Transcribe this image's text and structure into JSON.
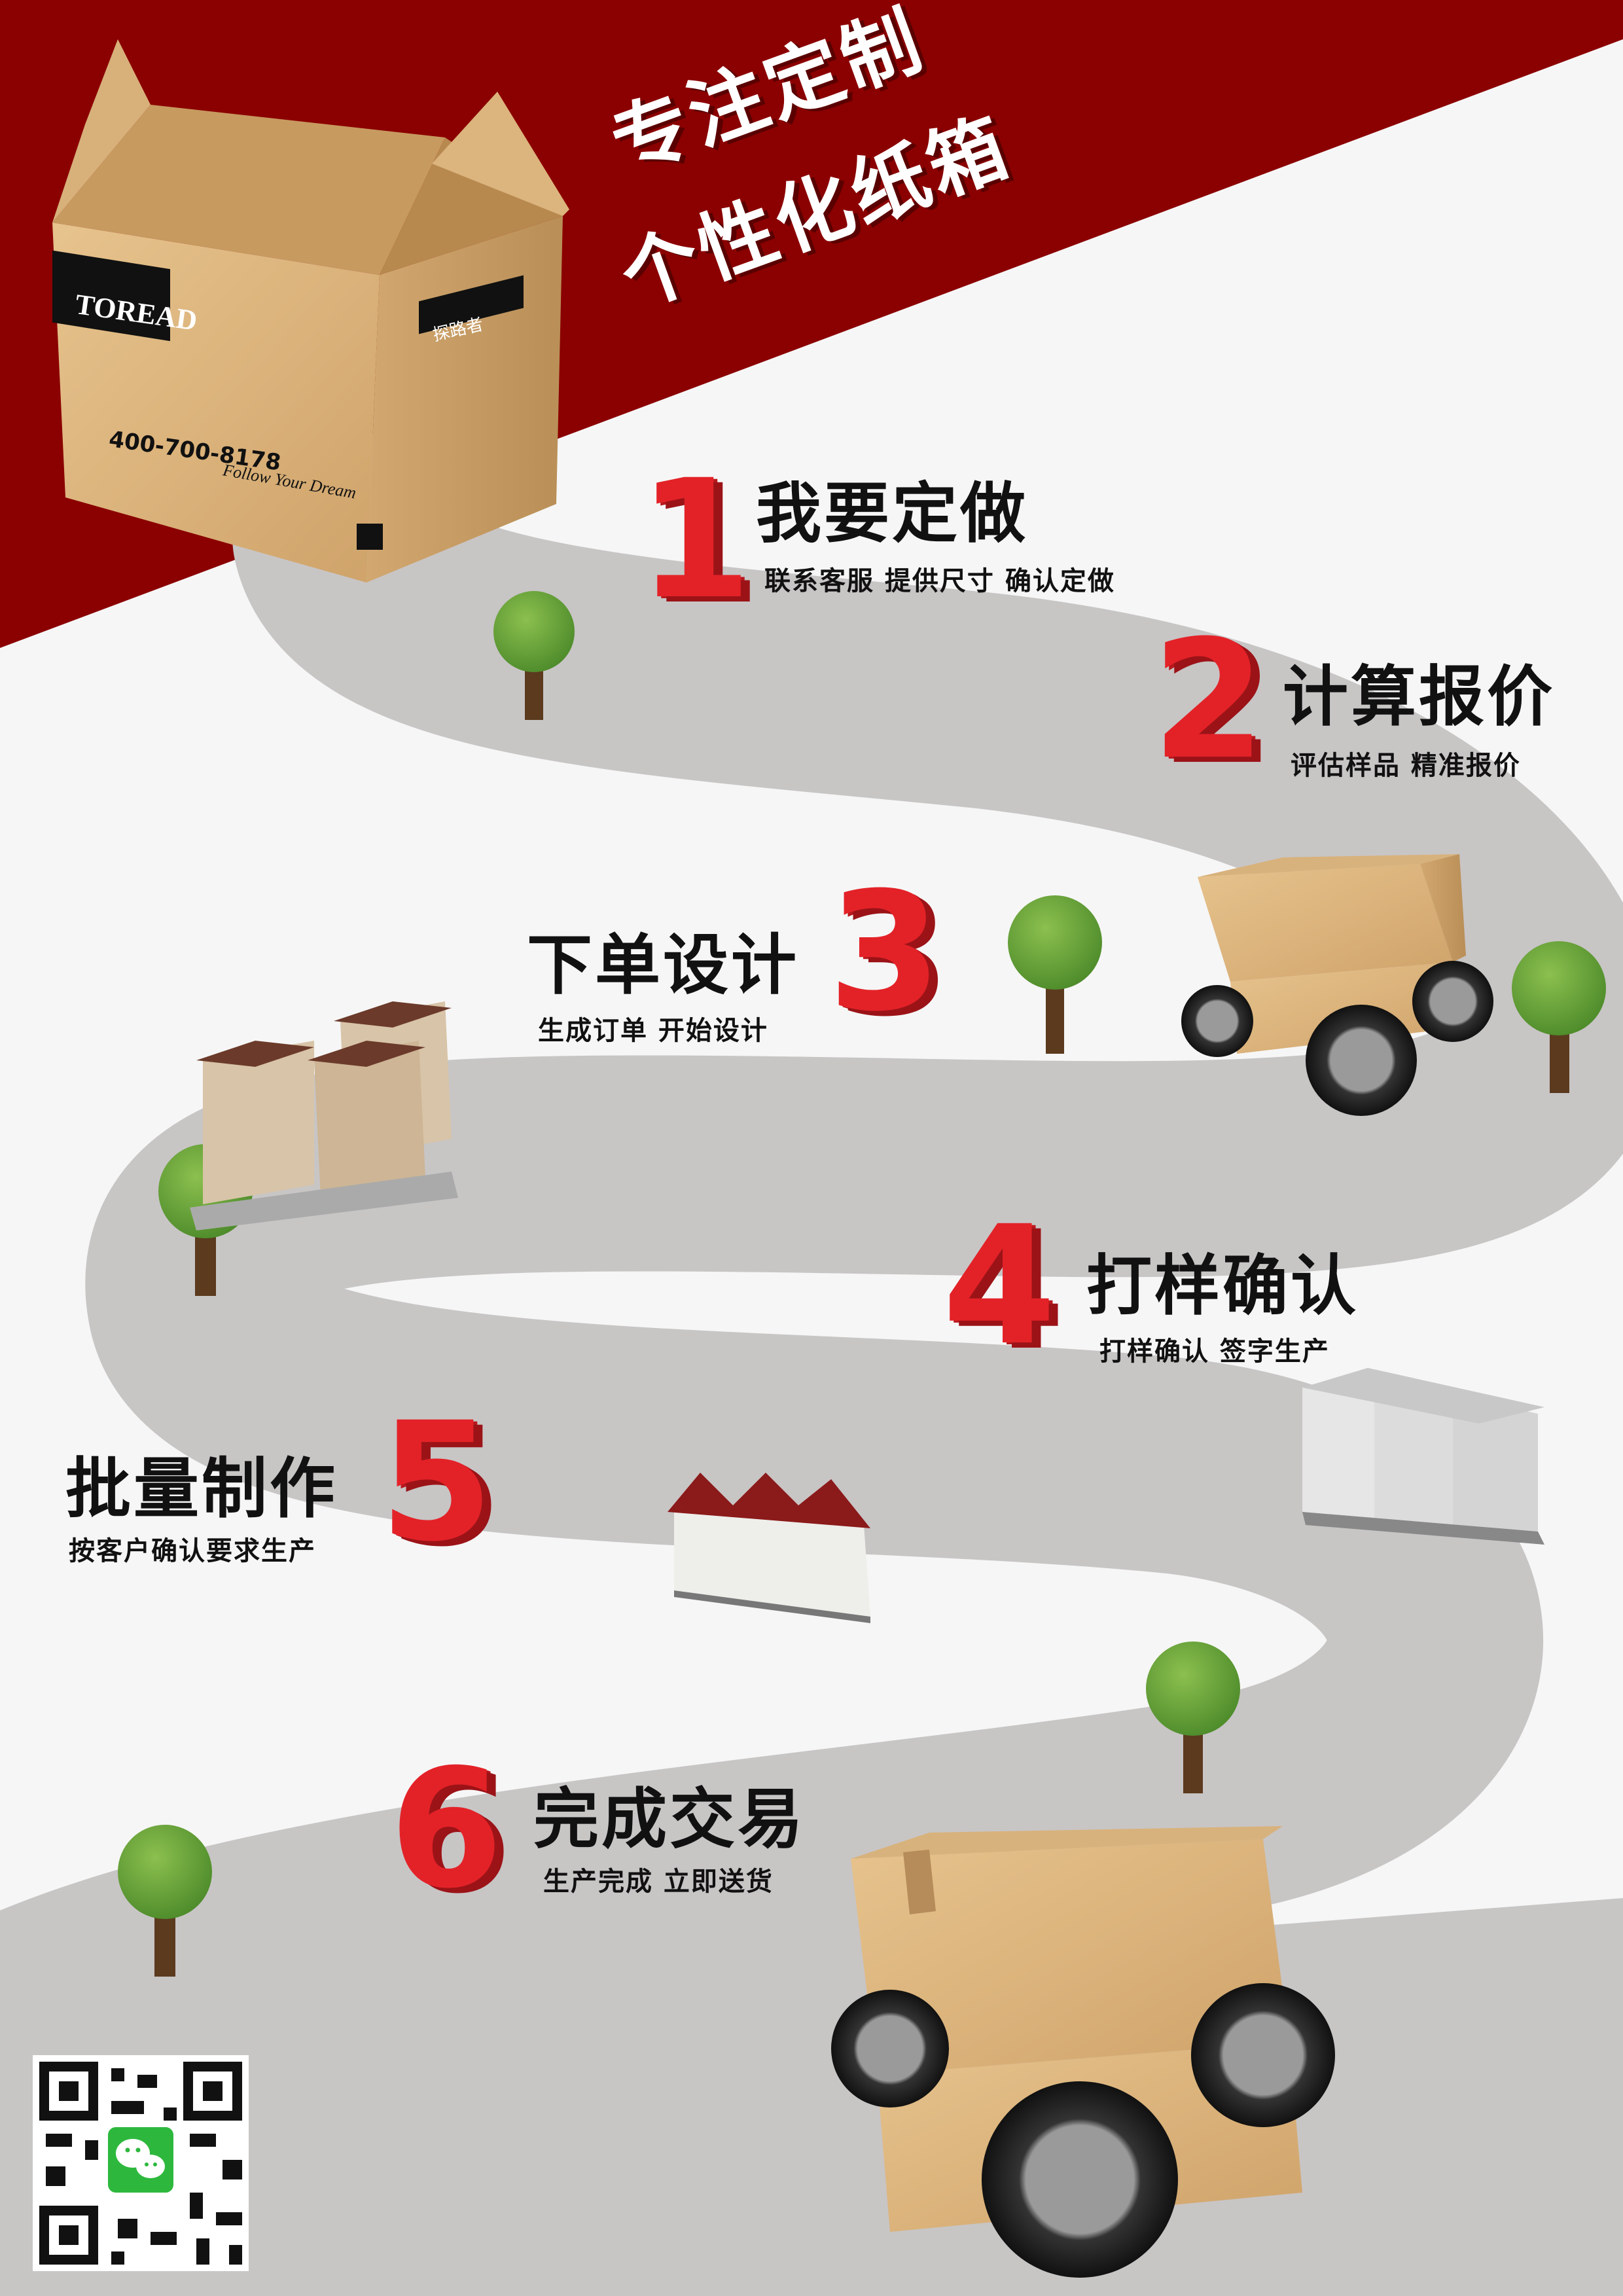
{
  "headline": {
    "line1": "专注定制",
    "line2": "个性化纸箱"
  },
  "box_print": {
    "brand_logo": "TOREAD",
    "brand_cn": "探路者",
    "phone": "400-700-8178",
    "slogan": "Follow Your Dream"
  },
  "steps": [
    {
      "number": "1",
      "title": "我要定做",
      "subtitle": "联系客服  提供尺寸  确认定做"
    },
    {
      "number": "2",
      "title": "计算报价",
      "subtitle": "评估样品  精准报价"
    },
    {
      "number": "3",
      "title": "下单设计",
      "subtitle": "生成订单  开始设计"
    },
    {
      "number": "4",
      "title": "打样确认",
      "subtitle": "打样确认  签字生产"
    },
    {
      "number": "5",
      "title": "批量制作",
      "subtitle": "按客户确认要求生产"
    },
    {
      "number": "6",
      "title": "完成交易",
      "subtitle": "生产完成  立即送货"
    }
  ],
  "qr": {
    "icon": "wechat-icon"
  },
  "colors": {
    "banner": "#8b0000",
    "number_red": "#e32228",
    "road": "#c8c5c5",
    "cardboard": "#d9b27a"
  }
}
